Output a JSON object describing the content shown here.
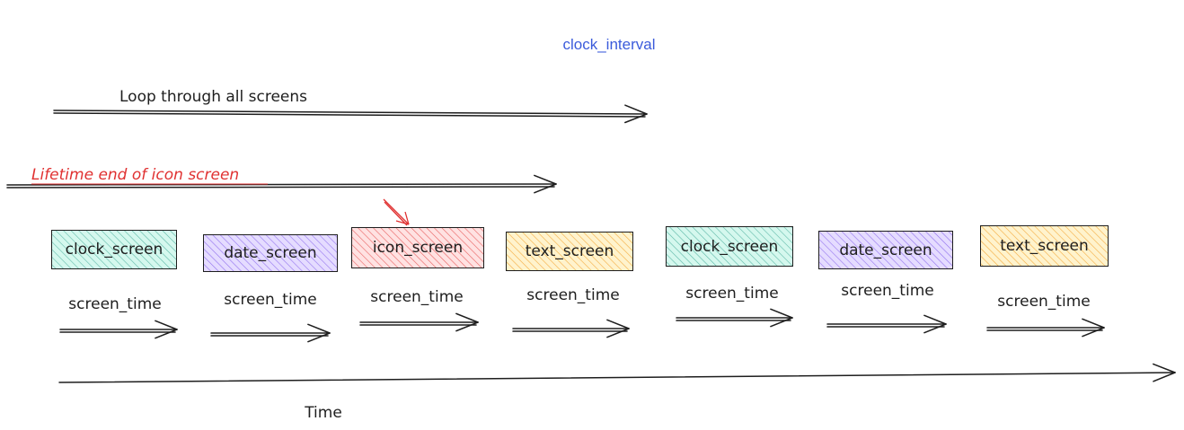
{
  "title": {
    "text": "clock_interval",
    "color": "#3b5bdb"
  },
  "loop_label": {
    "text": "Loop through all screens",
    "color": "#1e1e1e"
  },
  "lifetime_label": {
    "text": "Lifetime end of icon screen",
    "color": "#e03131"
  },
  "time_label": {
    "text": "Time"
  },
  "screens": [
    {
      "name": "clock_screen",
      "color": "#2f9e8a",
      "fill": "#b2f2e0"
    },
    {
      "name": "date_screen",
      "color": "#7048e8",
      "fill": "#d0bfff"
    },
    {
      "name": "icon_screen",
      "color": "#e03131",
      "fill": "#ffc9c9"
    },
    {
      "name": "text_screen",
      "color": "#f08c00",
      "fill": "#ffe8a3"
    },
    {
      "name": "clock_screen",
      "color": "#2f9e8a",
      "fill": "#b2f2e0"
    },
    {
      "name": "date_screen",
      "color": "#7048e8",
      "fill": "#d0bfff"
    },
    {
      "name": "text_screen",
      "color": "#f08c00",
      "fill": "#ffe8a3"
    }
  ],
  "screen_time_label": "screen_time"
}
